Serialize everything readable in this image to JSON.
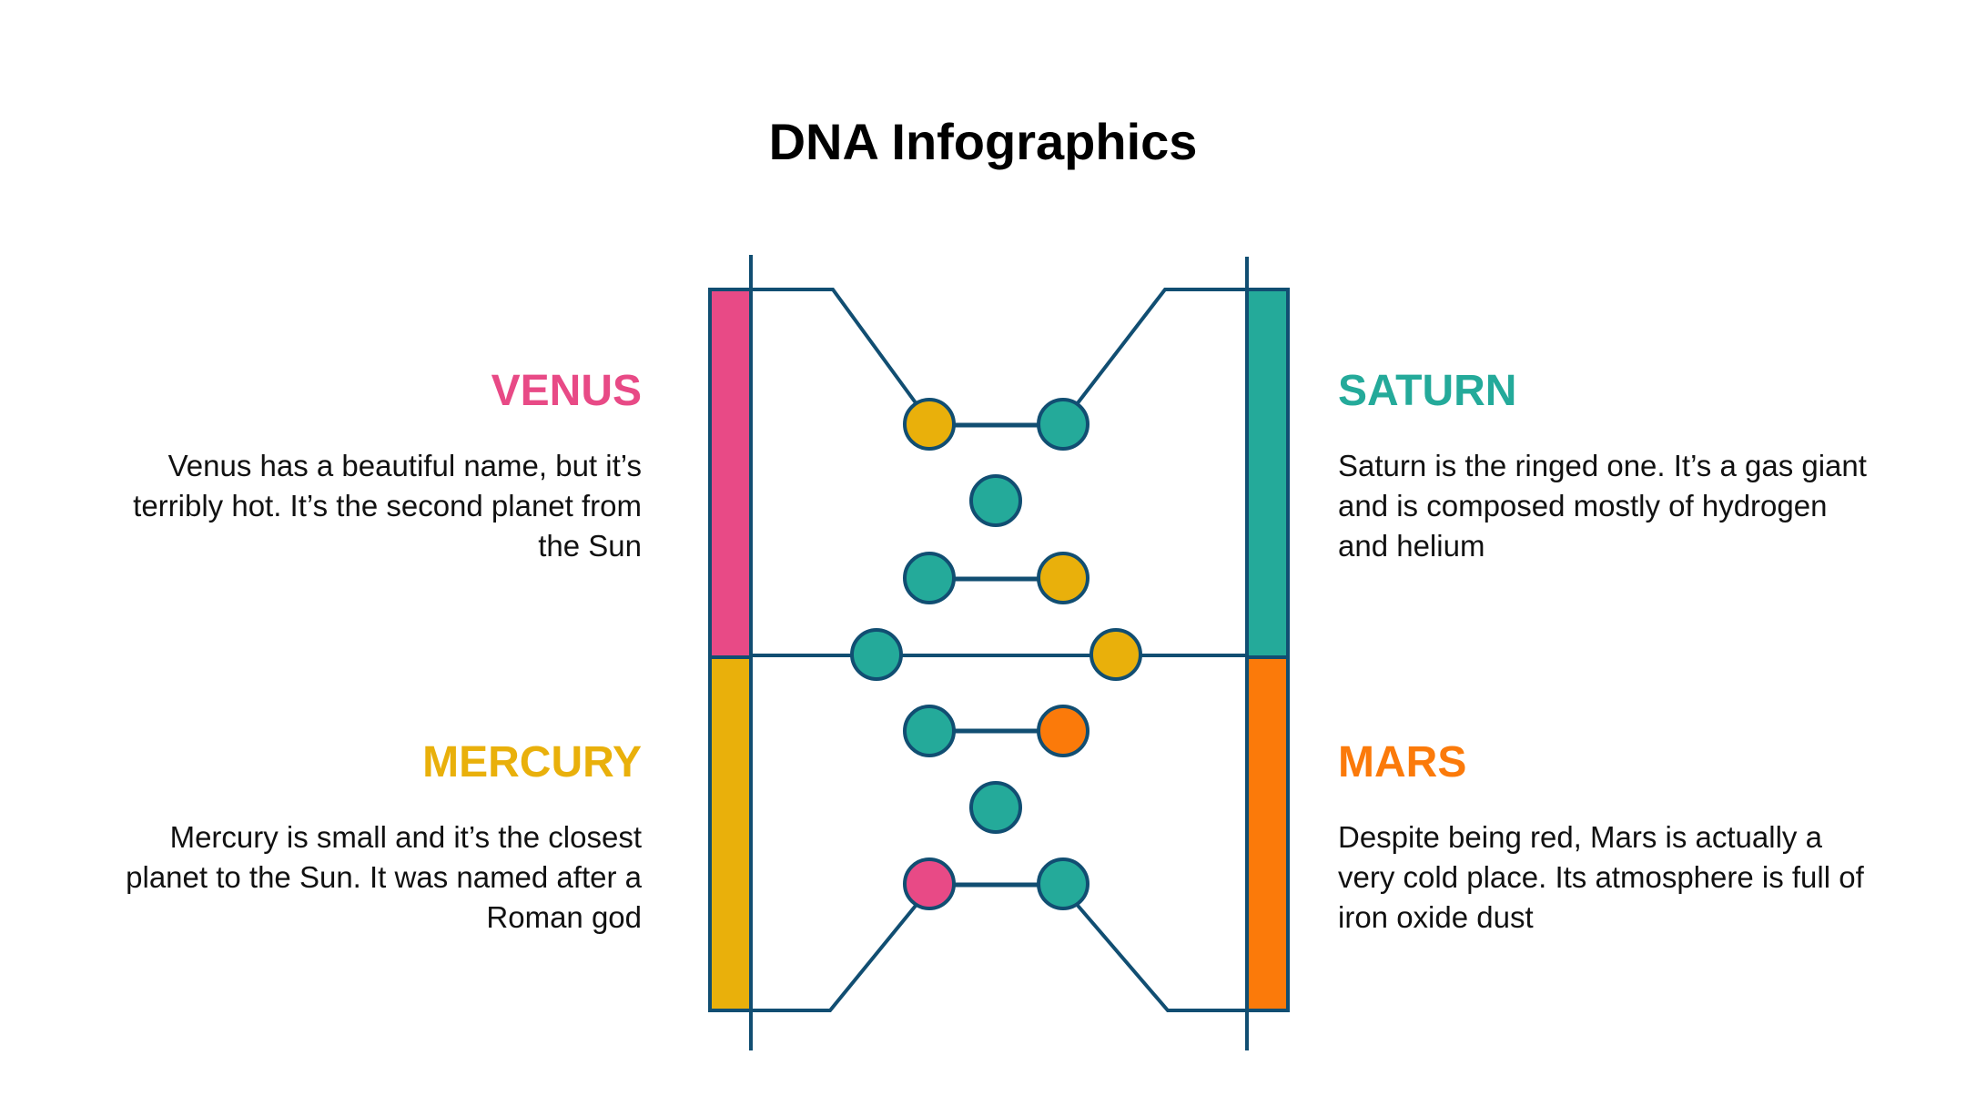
{
  "title": "DNA Infographics",
  "colors": {
    "line": "#114E72",
    "pink": "#E84A86",
    "yellow": "#E9B00B",
    "teal": "#24AA9A",
    "orange": "#FB7A0A"
  },
  "sections": {
    "venus": {
      "heading": "VENUS",
      "text": "Venus has a beautiful name, but it’s terribly hot. It’s the second planet from the Sun",
      "color": "#E84A86"
    },
    "saturn": {
      "heading": "SATURN",
      "text": "Saturn is the ringed one. It’s a gas giant and is composed mostly of hydrogen and helium",
      "color": "#24AA9A"
    },
    "mercury": {
      "heading": "MERCURY",
      "text": "Mercury is small and it’s the closest planet to the Sun. It was named after a Roman god",
      "color": "#E9B00B"
    },
    "mars": {
      "heading": "MARS",
      "text": "Despite being red, Mars is actually a very cold place. Its atmosphere is full of iron oxide dust",
      "color": "#FB7A0A"
    }
  }
}
